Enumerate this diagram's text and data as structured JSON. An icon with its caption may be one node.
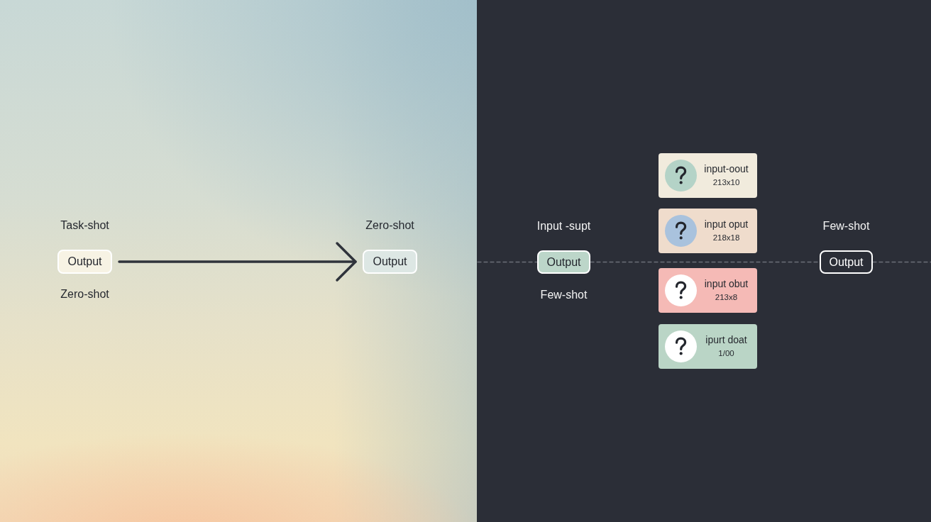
{
  "diagram": {
    "nodes": [
      {
        "text": [
          "Output"
        ],
        "beside": [
          "Task-shot",
          "Zero-shot"
        ]
      },
      {
        "text": [
          "Output"
        ],
        "beside": [
          "Zero-shot"
        ]
      },
      {
        "text": [
          "Output"
        ],
        "beside": [
          "Input -supt",
          "Few-shot"
        ]
      },
      {
        "text": [
          "input-oout",
          "213x10"
        ]
      },
      {
        "text": [
          "input oput",
          "218x18"
        ]
      },
      {
        "text": [
          "input obut",
          "213x8"
        ]
      },
      {
        "text": [
          "ipurt doat",
          "1/00"
        ]
      },
      {
        "text": [
          "Output"
        ],
        "beside": [
          "Few-shot"
        ]
      }
    ],
    "edges": [
      {
        "from": 0,
        "to": 1,
        "arrow": "to",
        "style": "thick",
        "color": "#2f333b"
      },
      {
        "from": null,
        "to": 2,
        "arrow": "none",
        "style": "dashed"
      },
      {
        "from": 2,
        "to": 7,
        "arrow": "none",
        "style": "dashed"
      },
      {
        "from": 7,
        "to": null,
        "arrow": "none",
        "style": "dashed"
      }
    ]
  }
}
